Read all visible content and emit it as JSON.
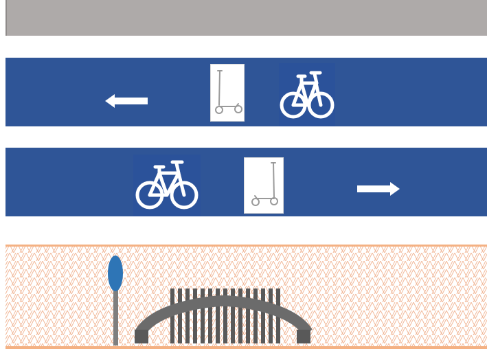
{
  "colors": {
    "top_band": "#aeaaa9",
    "lane": "#2f5597",
    "sign_background": "#2b529a",
    "arrow": "#ffffff",
    "footpath_pattern": "#f0b391",
    "footpath_border": "#f4b183",
    "bollard_head": "#2e75b6",
    "furniture": "#595959"
  },
  "lanes": [
    {
      "direction": "left",
      "order": [
        "arrow-left-icon",
        "scooter-icon",
        "bicycle-icon"
      ]
    },
    {
      "direction": "right",
      "order": [
        "bicycle-icon",
        "scooter-icon",
        "arrow-right-icon"
      ]
    }
  ],
  "footpath": {
    "pattern": "herringbone",
    "items": [
      "bollard-icon",
      "bicycle-rack-icon"
    ]
  }
}
